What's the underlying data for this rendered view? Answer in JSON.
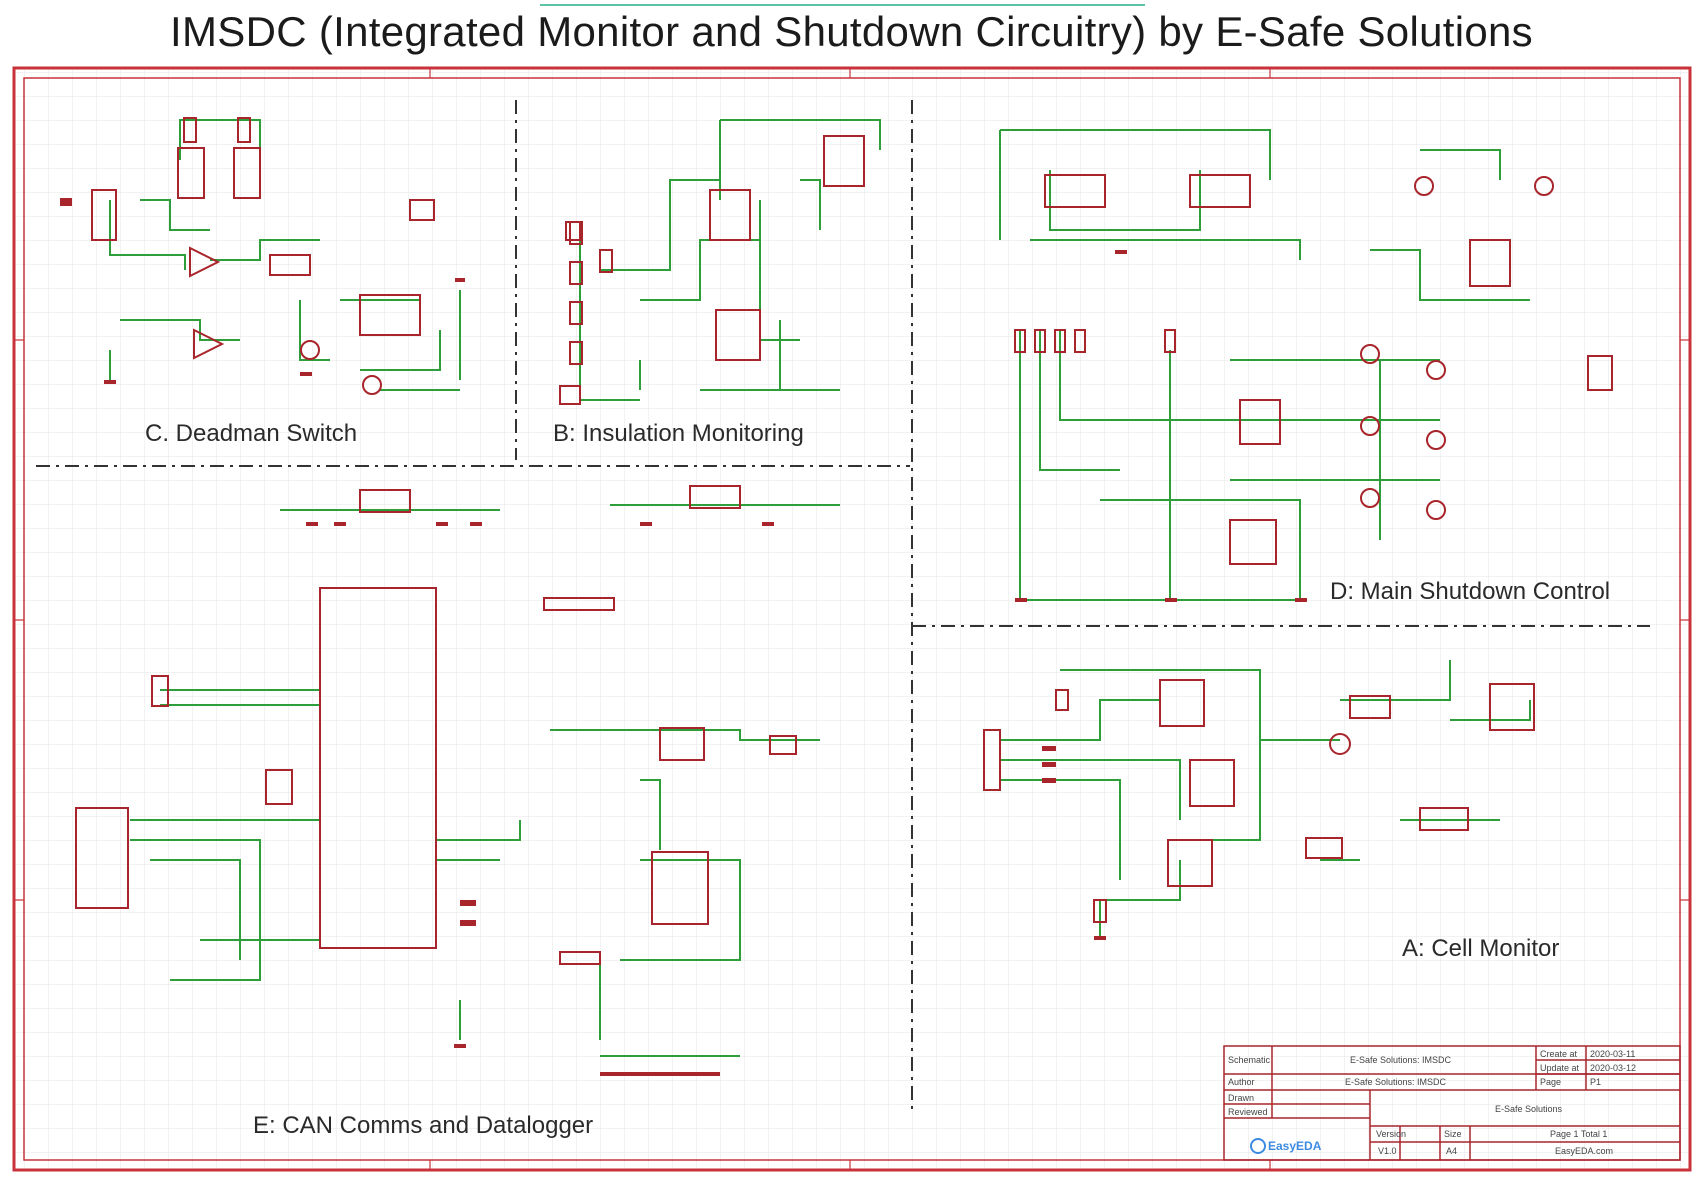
{
  "title": "IMSDC (Integrated Monitor and Shutdown Circuitry) by E-Safe Solutions",
  "sections": {
    "c": "C. Deadman Switch",
    "b": "B: Insulation Monitoring",
    "d": "D: Main Shutdown Control",
    "a": "A: Cell Monitor",
    "e": "E: CAN Comms and Datalogger"
  },
  "title_block": {
    "left_labels": [
      "Schematic",
      "Author",
      "Drawn",
      "Reviewed"
    ],
    "schematic_name": "E-Safe Solutions: IMSDC",
    "author_name": "E-Safe Solutions: IMSDC",
    "company": "E-Safe Solutions",
    "version_label": "Version",
    "version_value": "V1.0",
    "size_label": "Size",
    "size_value": "A4",
    "page_text": "Page 1 Total 1",
    "website": "EasyEDA.com",
    "logo_text": "EasyEDA",
    "date_labels": [
      "Create at",
      "Update at",
      "Page"
    ],
    "date_values": [
      "2020-03-11",
      "2020-03-12",
      "P1"
    ]
  },
  "colors": {
    "frame": "#c8323a",
    "wire": "#2e9e3a",
    "component": "#a8252c",
    "grid": "#e4e4e4",
    "label_blue": "#4452c8"
  }
}
